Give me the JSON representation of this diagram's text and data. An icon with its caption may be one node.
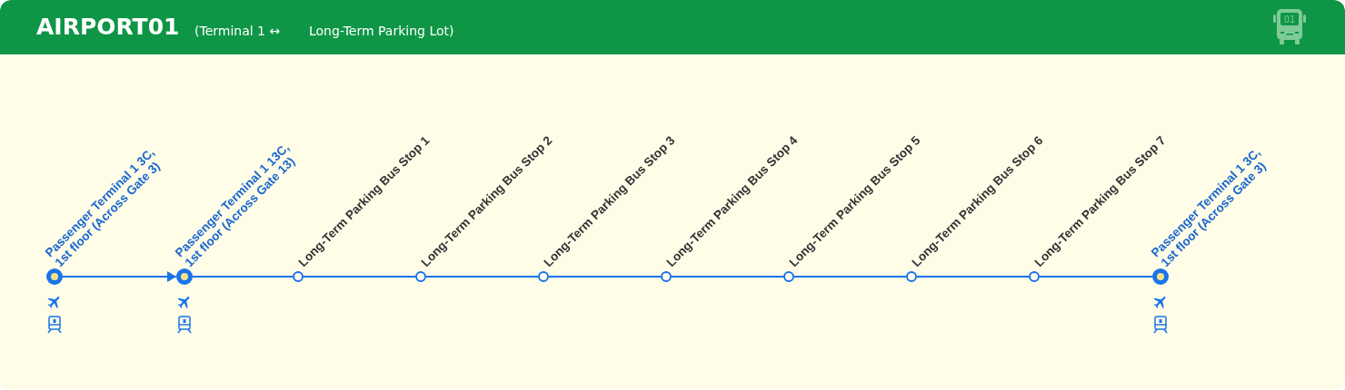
{
  "diagram": {
    "title": "AIRPORT01",
    "nodes": [
      {
        "text": [
          "Passenger Terminal 1 3C, 1st floor (Across Gate 3)"
        ]
      },
      {
        "text": [
          "Passenger Terminal 1 13C, 1st floor (Across Gate 13)"
        ]
      },
      {
        "text": [
          "Long-Term Parking Bus Stop 1"
        ]
      },
      {
        "text": [
          "Long-Term Parking Bus Stop 2"
        ]
      },
      {
        "text": [
          "Long-Term Parking Bus Stop 3"
        ]
      },
      {
        "text": [
          "Long-Term Parking Bus Stop 4"
        ]
      },
      {
        "text": [
          "Long-Term Parking Bus Stop 5"
        ]
      },
      {
        "text": [
          "Long-Term Parking Bus Stop 6"
        ]
      },
      {
        "text": [
          "Long-Term Parking Bus Stop 7"
        ]
      },
      {
        "text": [
          "Passenger Terminal 1 3C, 1st floor (Across Gate 3)"
        ]
      }
    ],
    "edges": [
      {
        "from": 0,
        "to": 1,
        "arrow": "to"
      },
      {
        "from": 1,
        "to": 2,
        "arrow": "none"
      },
      {
        "from": 2,
        "to": 3,
        "arrow": "none"
      },
      {
        "from": 3,
        "to": 4,
        "arrow": "none"
      },
      {
        "from": 4,
        "to": 5,
        "arrow": "none"
      },
      {
        "from": 5,
        "to": 6,
        "arrow": "none"
      },
      {
        "from": 6,
        "to": 7,
        "arrow": "none"
      },
      {
        "from": 7,
        "to": 8,
        "arrow": "none"
      },
      {
        "from": 8,
        "to": 9,
        "arrow": "none"
      }
    ],
    "labels": [
      "(Terminal 1 ↔",
      "Long-Term Parking Lot)",
      "01"
    ]
  }
}
